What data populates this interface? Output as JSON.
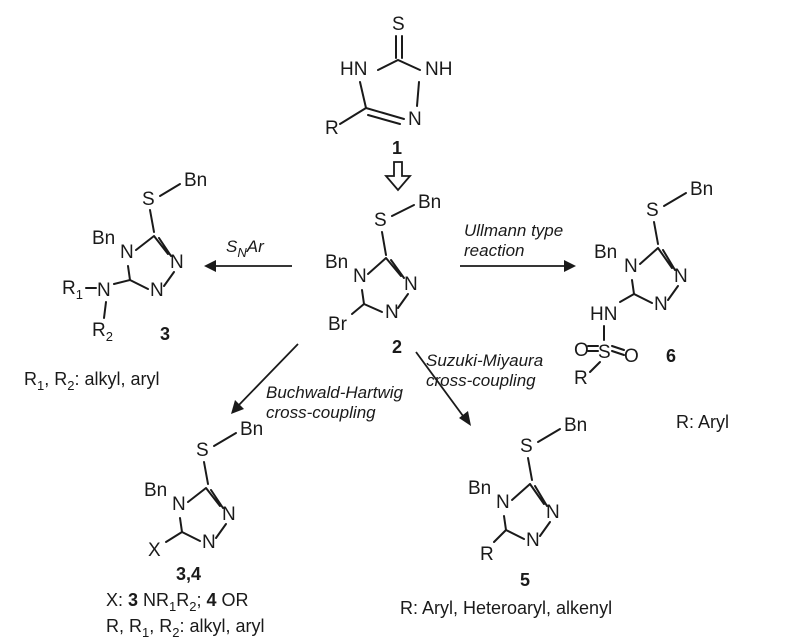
{
  "atoms": {
    "S": "S",
    "HN": "HN",
    "NH": "NH",
    "N": "N",
    "R": "R",
    "Bn": "Bn",
    "Br": "Br",
    "X": "X",
    "HN2": "HN",
    "O": "O",
    "R1": "R",
    "R2": "R"
  },
  "subs": {
    "one": "1",
    "two": "2",
    "N": "N"
  },
  "compounds": {
    "c1": "1",
    "c2": "2",
    "c3": "3",
    "c34": "3,4",
    "c5": "5",
    "c6": "6"
  },
  "conditions": {
    "snar_main": "S",
    "snar_sub": "N",
    "snar_tail": "Ar",
    "ullmann_1": "Ullmann type",
    "ullmann_2": "reaction",
    "buchwald_1": "Buchwald-Hartwig",
    "buchwald_2": "cross-coupling",
    "suzuki_1": "Suzuki-Miyaura",
    "suzuki_2": "cross-coupling"
  },
  "captions": {
    "c3_a": "R",
    "c3_b": "1",
    "c3_c": ", R",
    "c3_d": "2",
    "c3_e": ": alkyl, aryl",
    "c6": "R: Aryl",
    "c34_l1_a": "X: ",
    "c34_l1_b": "3",
    "c34_l1_c": " NR",
    "c34_l1_d": "1",
    "c34_l1_e": "R",
    "c34_l1_f": "2",
    "c34_l1_g": "; ",
    "c34_l1_h": "4",
    "c34_l1_i": " OR",
    "c34_l2_a": "R, R",
    "c34_l2_b": "1",
    "c34_l2_c": ", R",
    "c34_l2_d": "2",
    "c34_l2_e": ": alkyl, aryl",
    "c5": "R: Aryl, Heteroaryl, alkenyl"
  }
}
